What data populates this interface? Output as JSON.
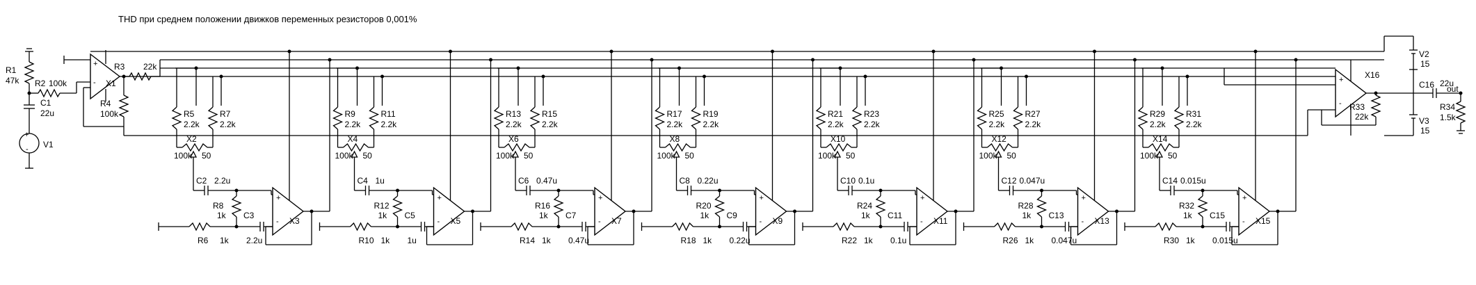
{
  "title": "THD при среднем положении движков переменных резисторов 0,001%",
  "input_stage": {
    "R1": {
      "name": "R1",
      "value": "47k"
    },
    "R2": {
      "name": "R2",
      "value": "100k"
    },
    "C1": {
      "name": "C1",
      "value": "22u"
    },
    "V1": {
      "name": "V1"
    },
    "X1": {
      "name": "X1"
    },
    "R3": {
      "name": "R3",
      "value": "22k"
    },
    "R4": {
      "name": "R4",
      "value": "100k"
    }
  },
  "bands": [
    {
      "rA": "R5",
      "rB": "R7",
      "rAv": "2.2k",
      "rBv": "2.2k",
      "pot": "X2",
      "potL": "100k",
      "potR": "50",
      "cIn": "C2",
      "cInV": "2.2u",
      "r8": "R8",
      "r8v": "1k",
      "cOut": "C3",
      "cOutV": "2.2u",
      "rIn": "R6",
      "rInV": "1k",
      "op": "X3"
    },
    {
      "rA": "R9",
      "rB": "R11",
      "rAv": "2.2k",
      "rBv": "2.2k",
      "pot": "X4",
      "potL": "100k",
      "potR": "50",
      "cIn": "C4",
      "cInV": "1u",
      "r8": "R12",
      "r8v": "1k",
      "cOut": "C5",
      "cOutV": "1u",
      "rIn": "R10",
      "rInV": "1k",
      "op": "X5"
    },
    {
      "rA": "R13",
      "rB": "R15",
      "rAv": "2.2k",
      "rBv": "2.2k",
      "pot": "X6",
      "potL": "100k",
      "potR": "50",
      "cIn": "C6",
      "cInV": "0.47u",
      "r8": "R16",
      "r8v": "1k",
      "cOut": "C7",
      "cOutV": "0.47u",
      "rIn": "R14",
      "rInV": "1k",
      "op": "X7"
    },
    {
      "rA": "R17",
      "rB": "R19",
      "rAv": "2.2k",
      "rBv": "2.2k",
      "pot": "X8",
      "potL": "100k",
      "potR": "50",
      "cIn": "C8",
      "cInV": "0.22u",
      "r8": "R20",
      "r8v": "1k",
      "cOut": "C9",
      "cOutV": "0.22u",
      "rIn": "R18",
      "rInV": "1k",
      "op": "X9"
    },
    {
      "rA": "R21",
      "rB": "R23",
      "rAv": "2.2k",
      "rBv": "2.2k",
      "pot": "X10",
      "potL": "100k",
      "potR": "50",
      "cIn": "C10",
      "cInV": "0.1u",
      "r8": "R24",
      "r8v": "1k",
      "cOut": "C11",
      "cOutV": "0.1u",
      "rIn": "R22",
      "rInV": "1k",
      "op": "X11"
    },
    {
      "rA": "R25",
      "rB": "R27",
      "rAv": "2.2k",
      "rBv": "2.2k",
      "pot": "X12",
      "potL": "100k",
      "potR": "50",
      "cIn": "C12",
      "cInV": "0.047u",
      "r8": "R28",
      "r8v": "1k",
      "cOut": "C13",
      "cOutV": "0.047u",
      "rIn": "R26",
      "rInV": "1k",
      "op": "X13"
    },
    {
      "rA": "R29",
      "rB": "R31",
      "rAv": "2.2k",
      "rBv": "2.2k",
      "pot": "X14",
      "potL": "100k",
      "potR": "50",
      "cIn": "C14",
      "cInV": "0.015u",
      "r8": "R32",
      "r8v": "1k",
      "cOut": "C15",
      "cOutV": "0.015u",
      "rIn": "R30",
      "rInV": "1k",
      "op": "X15"
    }
  ],
  "output_stage": {
    "X16": {
      "name": "X16"
    },
    "R33": {
      "name": "R33",
      "value": "22k"
    },
    "V2": {
      "name": "V2",
      "value": "15"
    },
    "V3": {
      "name": "V3",
      "value": "15"
    },
    "C16": {
      "name": "C16",
      "value": "22u"
    },
    "R34": {
      "name": "R34",
      "value": "1.5k"
    },
    "out": "out"
  }
}
